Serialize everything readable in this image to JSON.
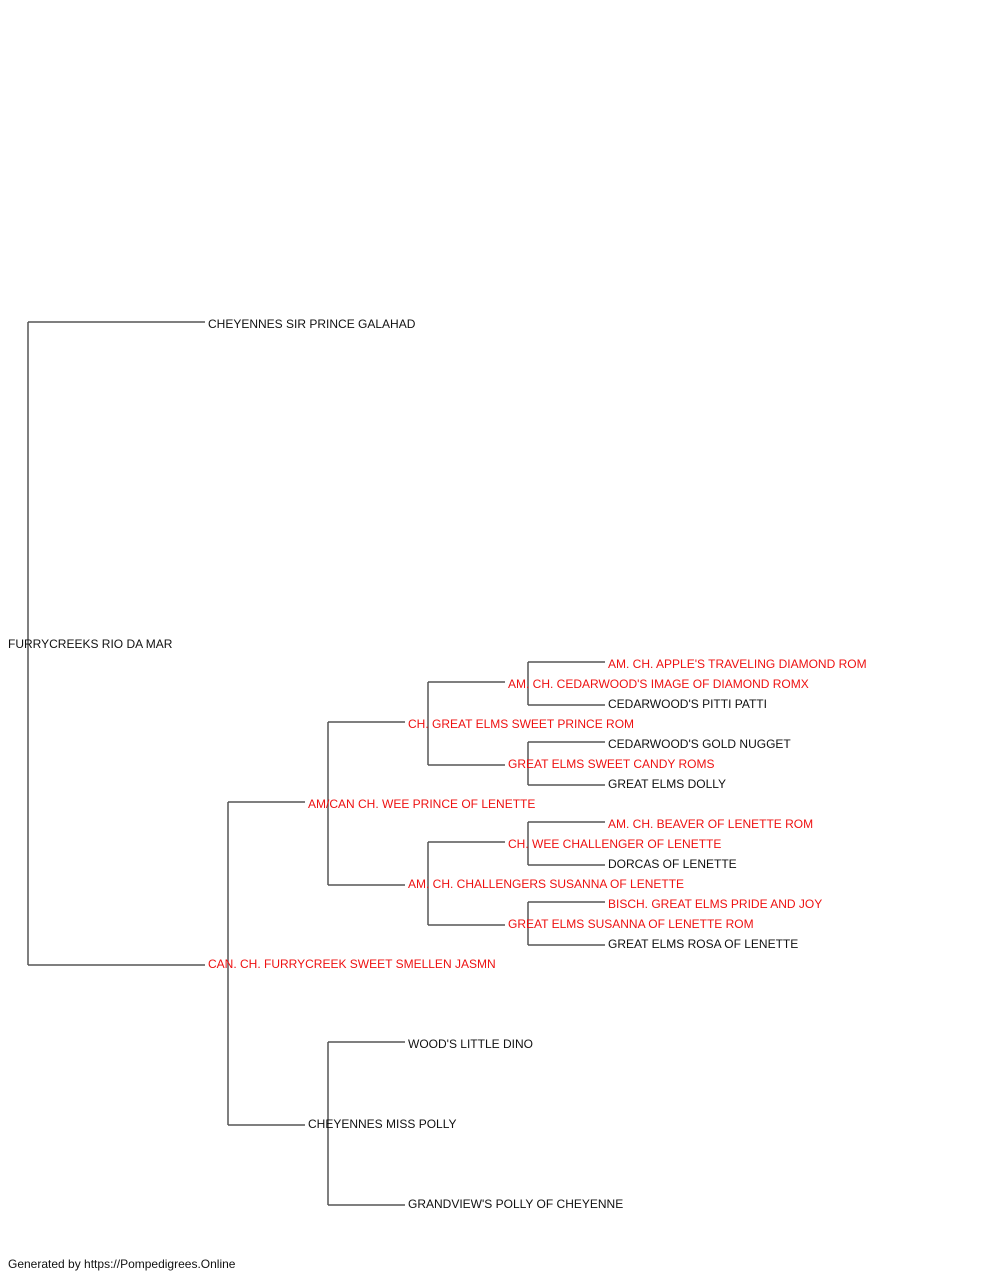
{
  "dogs": {
    "root": {
      "name": "FURRYCREEKS RIO DA MAR",
      "champion": false
    },
    "sire": {
      "name": "CHEYENNES SIR PRINCE GALAHAD",
      "champion": false
    },
    "dam": {
      "name": "CAN. CH. FURRYCREEK SWEET SMELLEN JASMN",
      "champion": true
    },
    "dam_sire": {
      "name": "AM/CAN CH. WEE PRINCE OF LENETTE",
      "champion": true
    },
    "dam_dam": {
      "name": "CHEYENNES MISS POLLY",
      "champion": false
    },
    "dss": {
      "name": "CH. GREAT ELMS SWEET PRINCE ROM",
      "champion": true
    },
    "dsd": {
      "name": "AM. CH. CHALLENGERS SUSANNA OF LENETTE",
      "champion": true
    },
    "dds": {
      "name": "WOOD'S LITTLE DINO",
      "champion": false
    },
    "ddd": {
      "name": "GRANDVIEW'S POLLY OF CHEYENNE",
      "champion": false
    },
    "dsss": {
      "name": "AM. CH. CEDARWOOD'S IMAGE OF DIAMOND ROMX",
      "champion": true
    },
    "dssd": {
      "name": "GREAT ELMS SWEET CANDY ROMS",
      "champion": true
    },
    "dsds": {
      "name": "CH. WEE CHALLENGER OF LENETTE",
      "champion": true
    },
    "dsdd": {
      "name": "GREAT ELMS SUSANNA OF LENETTE ROM",
      "champion": true
    },
    "dssss": {
      "name": "AM. CH. APPLE'S TRAVELING DIAMOND ROM",
      "champion": true
    },
    "dsssd": {
      "name": "CEDARWOOD'S PITTI PATTI",
      "champion": false
    },
    "dssds": {
      "name": "CEDARWOOD'S GOLD NUGGET",
      "champion": false
    },
    "dssdd": {
      "name": "GREAT ELMS DOLLY",
      "champion": false
    },
    "dsdss": {
      "name": "AM. CH. BEAVER OF LENETTE ROM",
      "champion": true
    },
    "dsdsd": {
      "name": "DORCAS OF LENETTE",
      "champion": false
    },
    "dsdds": {
      "name": "BISCH. GREAT ELMS PRIDE AND JOY",
      "champion": true
    },
    "dsddd": {
      "name": "GREAT ELMS ROSA OF LENETTE",
      "champion": false
    }
  },
  "colors": {
    "champion": "#ee1111",
    "regular": "#111111",
    "connector": "#555555"
  },
  "footer": "Generated by https://Pompedigrees.Online"
}
